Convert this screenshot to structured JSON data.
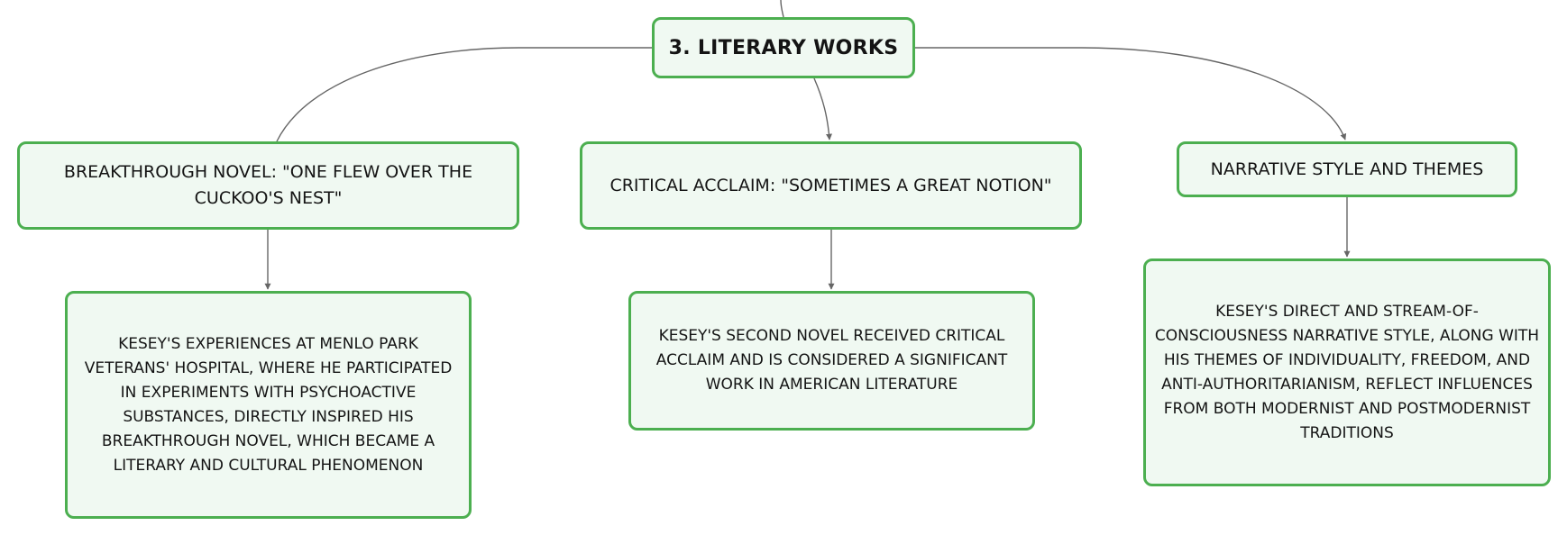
{
  "colors": {
    "node_border": "#4caf50",
    "node_fill": "#f0f9f2",
    "connector": "#666666",
    "text": "#141414"
  },
  "nodes": {
    "root": "3. LITERARY WORKS",
    "breakthrough": "BREAKTHROUGH NOVEL: \"ONE FLEW OVER THE CUCKOO'S NEST\"",
    "acclaim": "CRITICAL ACCLAIM: \"SOMETIMES A GREAT NOTION\"",
    "style": "NARRATIVE STYLE AND THEMES",
    "breakthrough_detail": "KESEY'S EXPERIENCES AT MENLO PARK VETERANS' HOSPITAL, WHERE HE PARTICIPATED IN EXPERIMENTS WITH PSYCHOACTIVE SUBSTANCES, DIRECTLY INSPIRED HIS BREAKTHROUGH NOVEL, WHICH BECAME A LITERARY AND CULTURAL PHENOMENON",
    "acclaim_detail": "KESEY'S SECOND NOVEL RECEIVED CRITICAL ACCLAIM AND IS CONSIDERED A SIGNIFICANT WORK IN AMERICAN LITERATURE",
    "style_detail": "KESEY'S DIRECT AND STREAM-OF-CONSCIOUSNESS NARRATIVE STYLE, ALONG WITH HIS THEMES OF INDIVIDUALITY, FREEDOM, AND ANTI-AUTHORITARIANISM, REFLECT INFLUENCES FROM BOTH MODERNIST AND POSTMODERNIST TRADITIONS"
  }
}
